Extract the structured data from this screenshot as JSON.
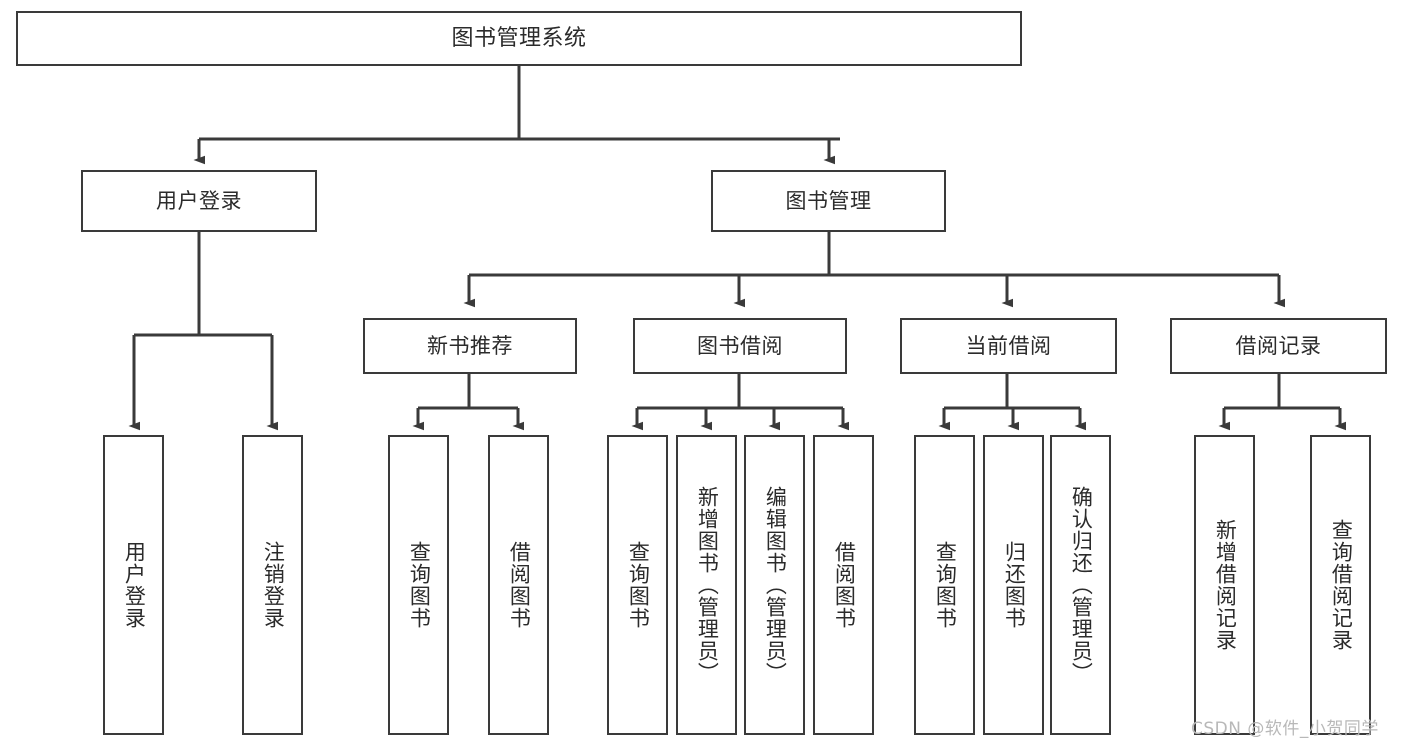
{
  "diagram": {
    "title": "图书管理系统",
    "type": "hierarchy-tree",
    "stroke_color": "#3a3a3a",
    "fill_color": "#ffffff",
    "text_color": "#2b2b2b",
    "nodes": {
      "root": {
        "label": "图书管理系统"
      },
      "level2": [
        {
          "label": "用户登录"
        },
        {
          "label": "图书管理"
        }
      ],
      "level3": [
        {
          "label": "新书推荐"
        },
        {
          "label": "图书借阅"
        },
        {
          "label": "当前借阅"
        },
        {
          "label": "借阅记录"
        }
      ],
      "leaves": [
        {
          "label": "用户登录"
        },
        {
          "label": "注销登录"
        },
        {
          "label": "查询图书"
        },
        {
          "label": "借阅图书"
        },
        {
          "label": "查询图书"
        },
        {
          "label": "新增图书（管理员）"
        },
        {
          "label": "编辑图书（管理员）"
        },
        {
          "label": "借阅图书"
        },
        {
          "label": "查询图书"
        },
        {
          "label": "归还图书"
        },
        {
          "label": "确认归还（管理员）"
        },
        {
          "label": "新增借阅记录"
        },
        {
          "label": "查询借阅记录"
        }
      ]
    }
  },
  "watermark": {
    "text": "CSDN @软件_小贺同学"
  }
}
